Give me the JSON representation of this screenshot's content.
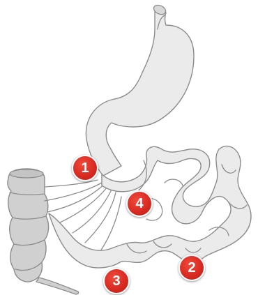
{
  "markers": [
    {
      "label": "1"
    },
    {
      "label": "2"
    },
    {
      "label": "3"
    },
    {
      "label": "4"
    }
  ],
  "colors": {
    "organ_fill": "#ebebeb",
    "colon_fill": "#d0d0d0",
    "outline": "#8c8c8c",
    "marker": "#d92b22",
    "marker_text": "#ffffff"
  }
}
